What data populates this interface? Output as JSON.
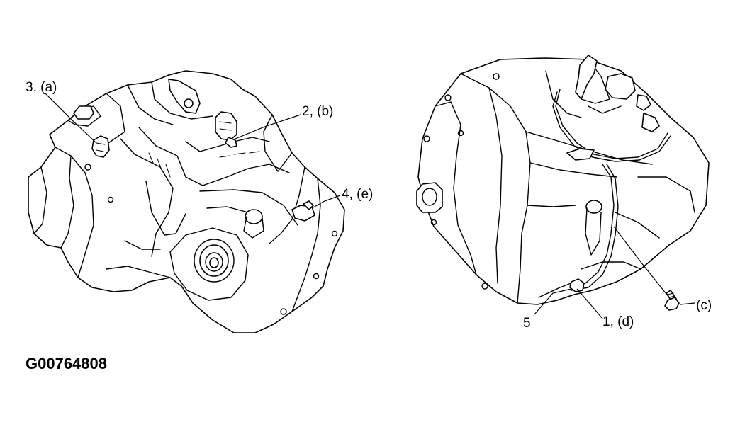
{
  "figure_id": "G00764808",
  "callouts": {
    "c3a": "3, (a)",
    "c2b": "2, (b)",
    "c4e": "4, (e)",
    "c5": "5",
    "c1d": "1, (d)",
    "cc": "(c)"
  }
}
